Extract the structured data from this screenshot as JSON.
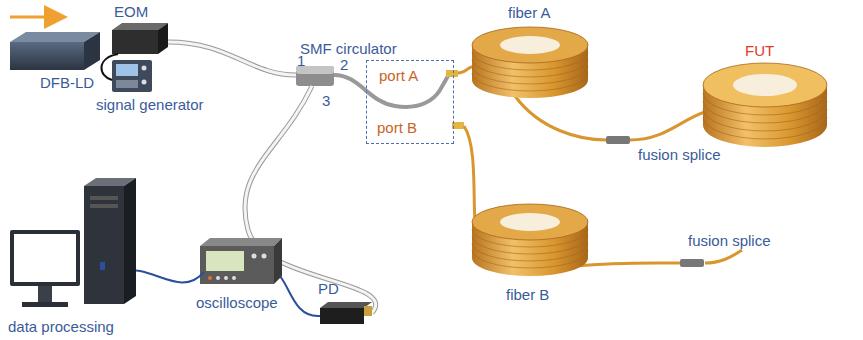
{
  "diagram": {
    "nodes": [
      {
        "text": [
          "port A",
          "port B"
        ]
      }
    ],
    "labels": [
      "EOM",
      "DFB-LD",
      "signal generator",
      "SMF circulator",
      "1",
      "2",
      "3",
      "fiber A",
      "FUT",
      "fusion splice",
      "fusion splice",
      "fiber B",
      "PD",
      "oscilloscope",
      "data processing"
    ]
  }
}
